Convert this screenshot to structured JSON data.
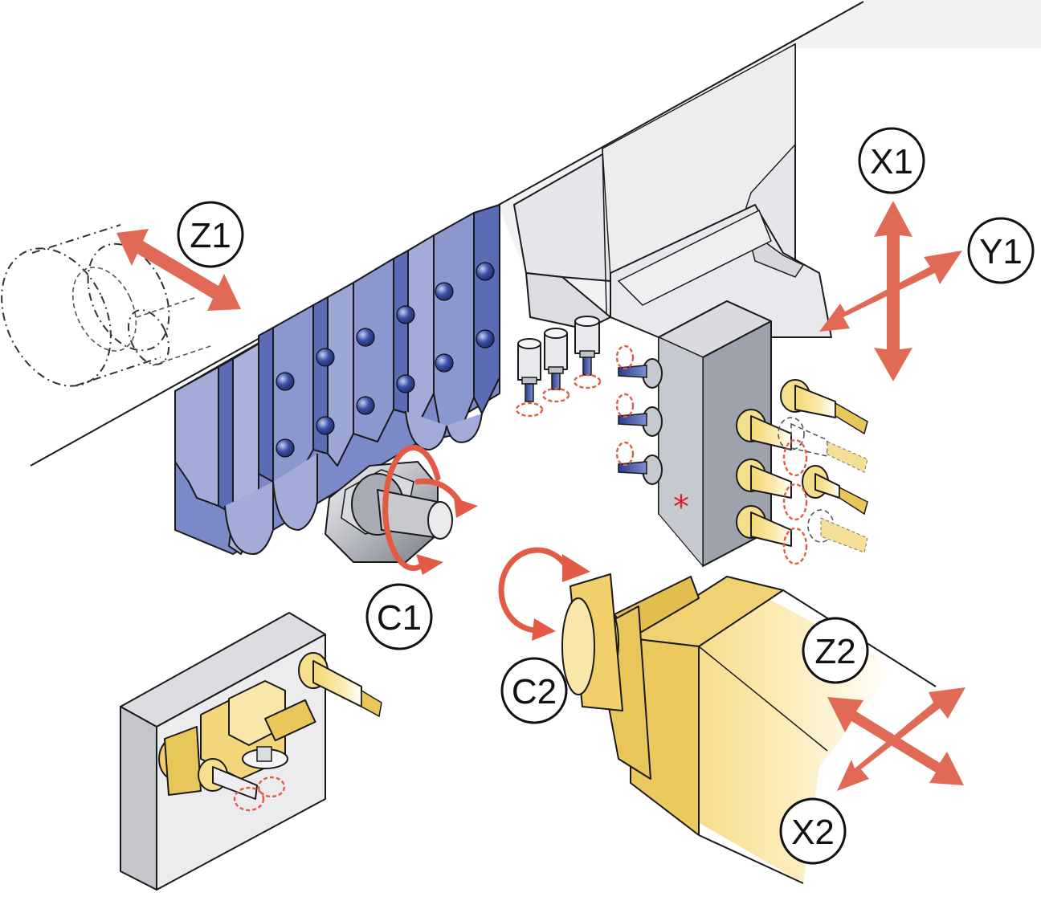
{
  "labels": {
    "z1": "Z1",
    "x1": "X1",
    "y1": "Y1",
    "c1": "C1",
    "c2": "C2",
    "z2": "Z2",
    "x2": "X2",
    "asterisk": "*"
  },
  "colors": {
    "axis_arrow": "#e06a55",
    "rotation_arrow": "#e35a45",
    "tool_blue": "#6b7cc0",
    "tool_blue_light": "#a9b1dc",
    "brass": "#e8c65a",
    "brass_light": "#fbefb8",
    "machine_gray": "#e9eaec",
    "block_gray": "#b8bbc3"
  },
  "icons": {
    "linear_axis": "double-headed-arrow-icon",
    "cross_axis": "four-way-arrow-icon",
    "rotation": "rotation-arrow-icon"
  }
}
